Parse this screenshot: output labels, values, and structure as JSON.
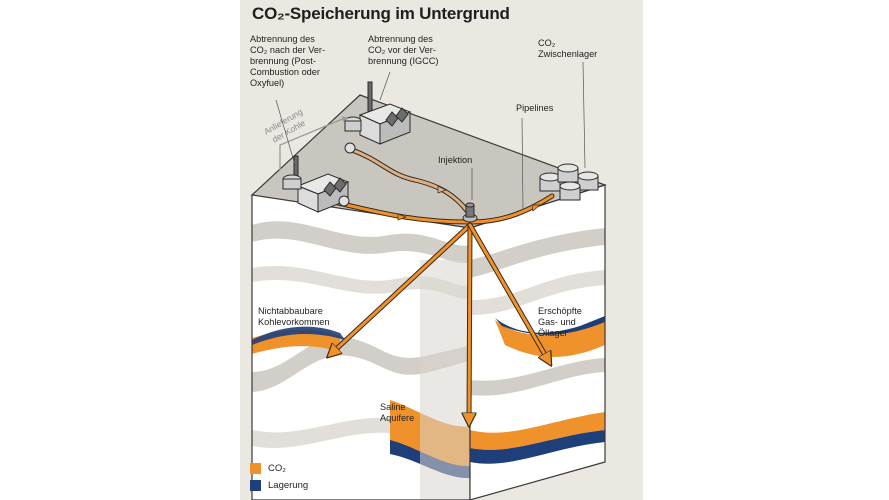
{
  "title": "CO₂-Speicherung im Untergrund",
  "labels": {
    "post_combustion": "Abtrennung des\nCO₂ nach der Ver-\nbrennung (Post-\nCombustion oder\nOxyfuel)",
    "igcc": "Abtrennung des\nCO₂ vor der Ver-\nbrennung (IGCC)",
    "zwischenlager": "CO₂\nZwischenlager",
    "pipelines": "Pipelines",
    "anlieferung": "Anlieferung\nder Kohle",
    "injektion": "Injektion",
    "kohle": "Nichtabbaubare\nKohlevorkommen",
    "gas_oel": "Erschöpfte\nGas- und\nÖllager",
    "aquifere": "Saline\nAquifere"
  },
  "legend": [
    {
      "label": "CO₂",
      "color": "#f0922b"
    },
    {
      "label": "Lagerung",
      "color": "#1f3f7a"
    }
  ],
  "colors": {
    "co2": "#f0922b",
    "storage": "#1f3f7a",
    "background": "#ebe8e1",
    "pipeline": "#e88a2c",
    "pipeline_light": "#d9b08a",
    "layer_grey": "#d2cfc8"
  }
}
